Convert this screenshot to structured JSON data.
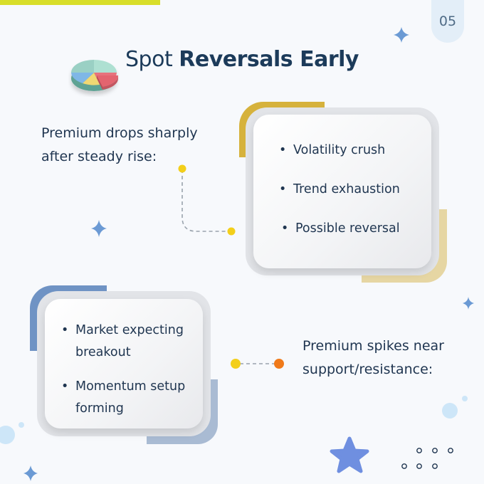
{
  "page_number": "05",
  "title": {
    "light": "Spot ",
    "bold": "Reversals Early"
  },
  "section1": {
    "description": "Premium drops sharply after steady rise:",
    "bullets": [
      "Volatility crush",
      "Trend exhaustion",
      "Possible reversal"
    ]
  },
  "section2": {
    "description": "Premium spikes near support/resistance:",
    "bullets": [
      "Market expecting breakout",
      "Momentum setup forming"
    ]
  },
  "colors": {
    "accent_yellow": "#d8de2a",
    "gold": "#d6b23c",
    "blue": "#6f93c4",
    "dot_yellow": "#f3cf1a",
    "dot_orange": "#f07a1a",
    "navy_text": "#1f3550"
  },
  "icons": [
    "pie-chart-icon",
    "sparkle-icon",
    "star-icon",
    "bubble-decoration",
    "dots-grid-decoration"
  ]
}
